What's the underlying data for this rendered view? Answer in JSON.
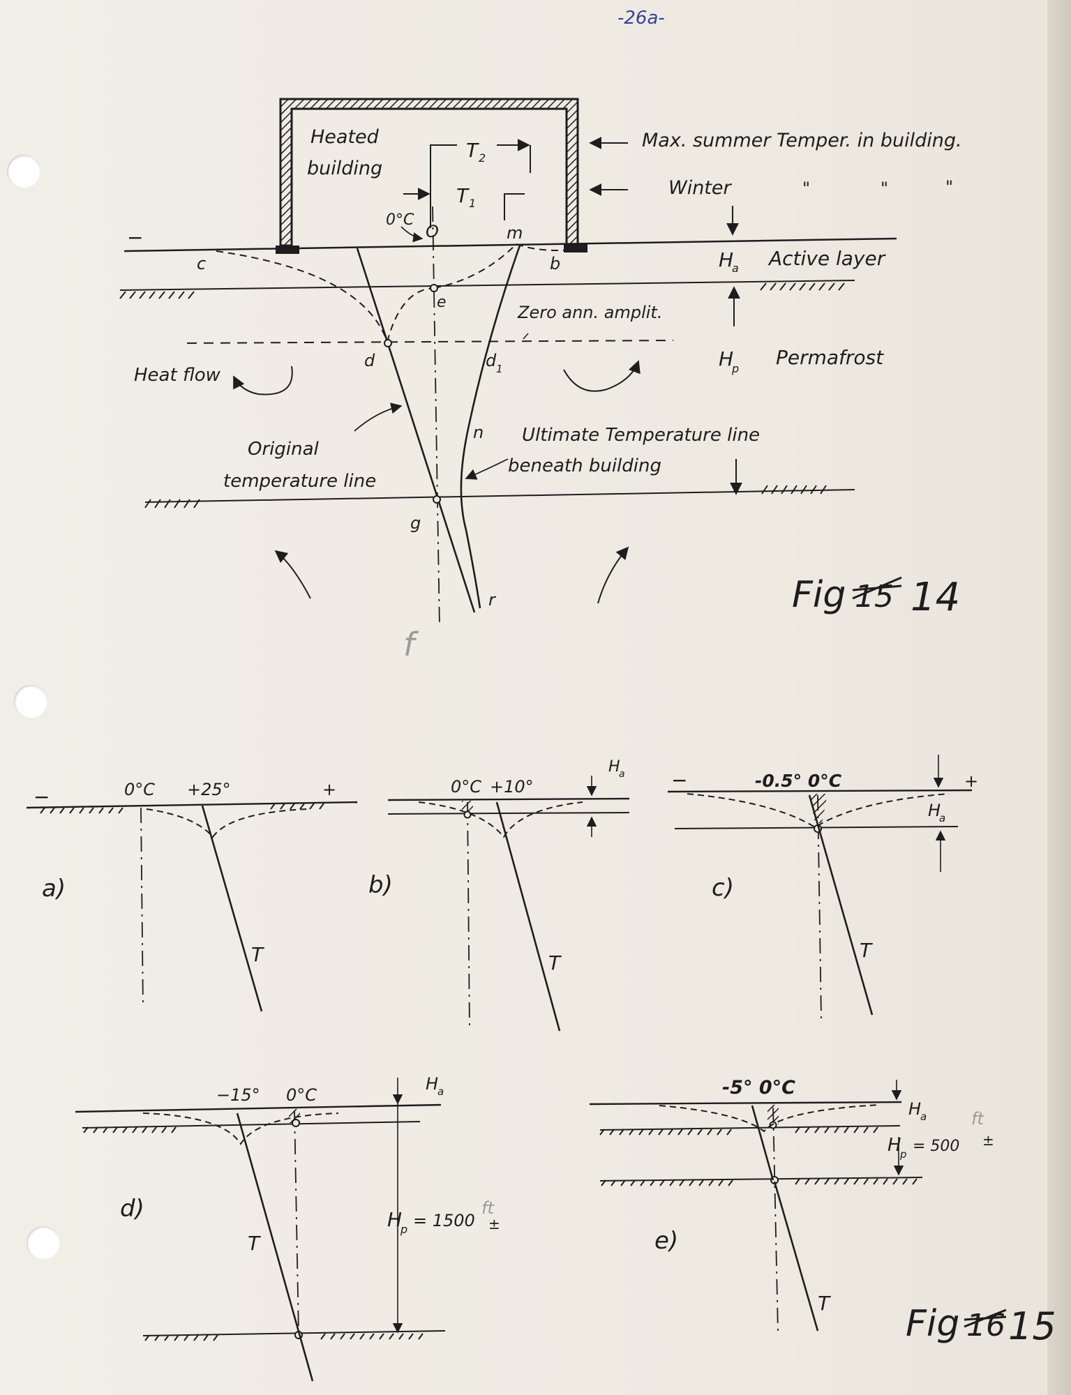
{
  "page_number": "-26a-",
  "fig14": {
    "caption": "Fig",
    "caption_struck": "15",
    "caption_number": "14",
    "building_label_1": "Heated",
    "building_label_2": "building",
    "t2": "T",
    "t2_sub": "2",
    "t1": "T",
    "t1_sub": "1",
    "max_summer": "Max. summer Temper. in building.",
    "winter": "Winter",
    "ditto": "\"",
    "zero_c": "0°C",
    "o": "O",
    "m": "m",
    "c": "c",
    "b": "b",
    "e": "e",
    "d": "d",
    "d1": "d",
    "d1_sub": "1",
    "n": "n",
    "g": "g",
    "r": "r",
    "f": "f",
    "minus": "−",
    "ha": "H",
    "ha_sub": "a",
    "active_layer": "Active layer",
    "zero_ann": "Zero ann. amplit.",
    "hp": "H",
    "hp_sub": "p",
    "permafrost": "Permafrost",
    "heat_flow": "Heat flow",
    "original_1": "Original",
    "original_2": "temperature line",
    "ultimate_1": "Ultimate Temperature line",
    "ultimate_2": "beneath building"
  },
  "fig15": {
    "caption": "Fig",
    "caption_struck": "16",
    "caption_number": "15",
    "t": "T",
    "ha": "H",
    "ha_sub": "a",
    "hp": "H",
    "hp_sub": "p",
    "panel_a": {
      "label": "a)",
      "t_left": "0°C",
      "t_right": "+25°",
      "minus": "−",
      "plus": "+"
    },
    "panel_b": {
      "label": "b)",
      "t_left": "0°C",
      "t_right": "+10°"
    },
    "panel_c": {
      "label": "c)",
      "temps": "-0.5° 0°C",
      "minus": "−",
      "plus": "+"
    },
    "panel_d": {
      "label": "d)",
      "t_left": "−15°",
      "t_right": "0°C",
      "hp_value": "= 1500",
      "hp_unit": "ft",
      "hp_pm": "±"
    },
    "panel_e": {
      "label": "e)",
      "temps": "-5° 0°C",
      "hp_value": "= 500",
      "hp_unit": "ft",
      "hp_pm": "±"
    }
  },
  "colors": {
    "ink": "#1d1d1d",
    "page_number_ink": "#33439a",
    "pencil": "#9a9a9a",
    "paper": "#efebe3"
  }
}
